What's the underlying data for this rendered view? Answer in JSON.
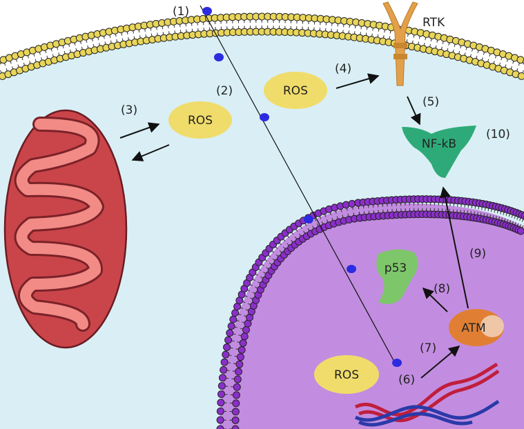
{
  "labels": {
    "rtk": "RTK",
    "ros_mito": "ROS",
    "ros_cyto": "ROS",
    "ros_nucleus": "ROS",
    "nfkb": "NF-kB",
    "p53": "p53",
    "atm": "ATM",
    "step1": "(1)",
    "step2": "(2)",
    "step3": "(3)",
    "step4": "(4)",
    "step5": "(5)",
    "step6": "(6)",
    "step7": "(7)",
    "step8": "(8)",
    "step9": "(9)",
    "step10": "(10)"
  },
  "colors": {
    "cytoplasm": "#d9eff5",
    "nucleus": "#c28de0",
    "membrane_head": "#e8d55a",
    "nuclear_membrane_head": "#8b2fc9",
    "ros": "#f0dc6a",
    "mitochondrion": "#c9454a",
    "mito_inner": "#f28a86",
    "nfkb": "#2eaa78",
    "p53": "#7dc66a",
    "atm": "#e07f33",
    "rtk": "#e3a04a",
    "particle": "#2b2be0"
  }
}
